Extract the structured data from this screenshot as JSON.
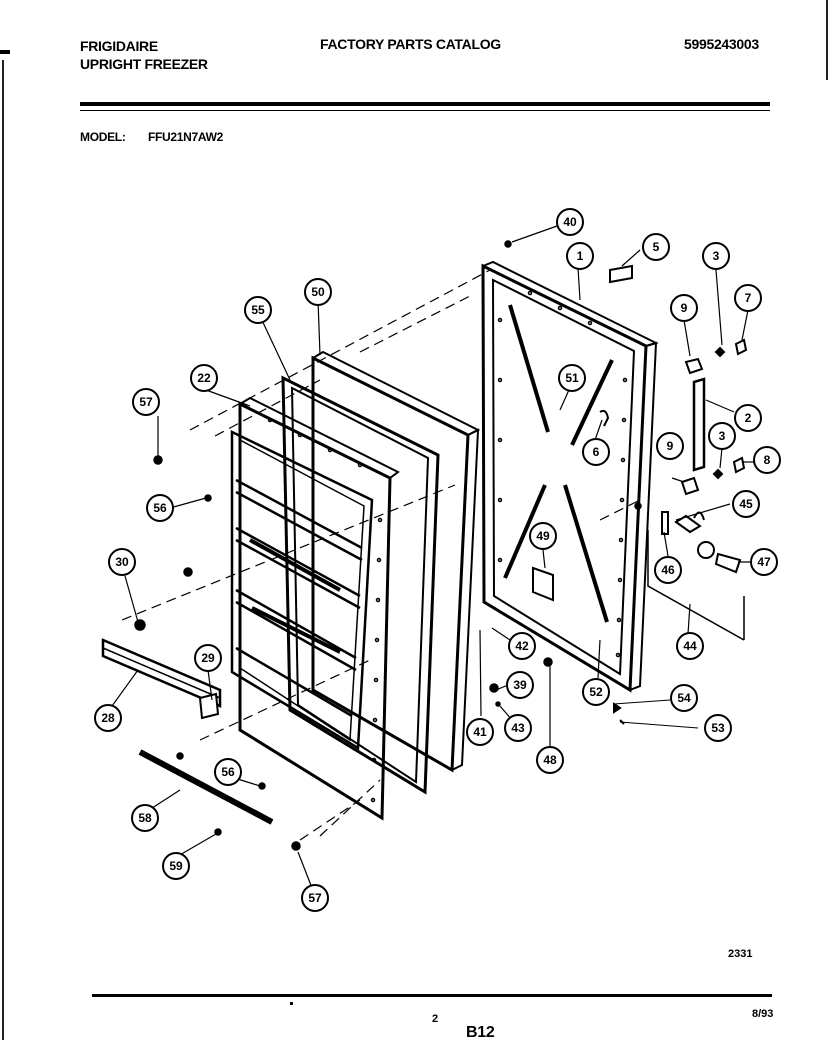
{
  "header": {
    "brand": "FRIGIDAIRE",
    "product": "UPRIGHT FREEZER",
    "catalog_title": "FACTORY PARTS CATALOG",
    "catalog_number": "5995243003",
    "model_label": "MODEL:",
    "model_value": "FFU21N7AW2"
  },
  "callouts": [
    "40",
    "1",
    "5",
    "3",
    "7",
    "9",
    "2",
    "3",
    "8",
    "9",
    "45",
    "47",
    "46",
    "44",
    "51",
    "6",
    "49",
    "42",
    "39",
    "43",
    "41",
    "48",
    "52",
    "54",
    "53",
    "55",
    "50",
    "22",
    "57",
    "56",
    "30",
    "28",
    "29",
    "56",
    "58",
    "59",
    "57"
  ],
  "footer": {
    "code": "2331",
    "page": "2",
    "section": "B12",
    "date": "8/93"
  }
}
